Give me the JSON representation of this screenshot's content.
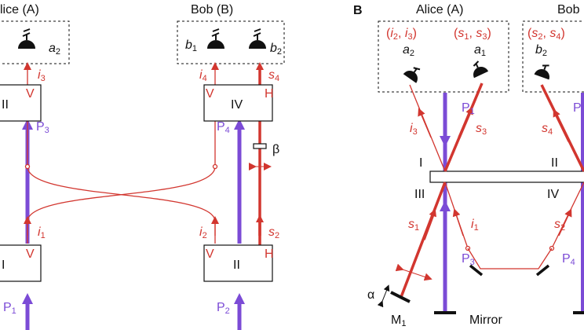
{
  "colors": {
    "signal": "#d2362f",
    "pump": "#7b4bd6",
    "ink": "#111111"
  },
  "left": {
    "alice_title": "lice (A)",
    "bob_title": "Bob (B)",
    "detectors": [
      {
        "base": "a",
        "sub": "2"
      },
      {
        "base": "b",
        "sub": "1"
      },
      {
        "base": "b",
        "sub": "2"
      }
    ],
    "crystals": {
      "top_left": "II",
      "top_right": "IV",
      "bottom_left": "I",
      "bottom_right": "II"
    },
    "beams": {
      "i3": {
        "base": "i",
        "sub": "3"
      },
      "i4": {
        "base": "i",
        "sub": "4"
      },
      "s4": {
        "base": "s",
        "sub": "4"
      },
      "i1": {
        "base": "i",
        "sub": "1"
      },
      "i2": {
        "base": "i",
        "sub": "2"
      },
      "s2": {
        "base": "s",
        "sub": "2"
      }
    },
    "polarization": {
      "v": "V",
      "h": "H"
    },
    "pumps": {
      "p3": {
        "base": "P",
        "sub": "3"
      },
      "p4": {
        "base": "P",
        "sub": "4"
      },
      "p1": {
        "base": "P",
        "sub": "1"
      },
      "p2": {
        "base": "P",
        "sub": "2"
      }
    },
    "beta": "β"
  },
  "right": {
    "panel_letter": "B",
    "alice_title": "Alice (A)",
    "bob_title": "Bob",
    "groups": {
      "i2i3": {
        "l": "(",
        "a": "i",
        "as": "2",
        "m": ", ",
        "b": "i",
        "bs": "3",
        "r": ")"
      },
      "s1s3": {
        "l": "(",
        "a": "s",
        "as": "1",
        "m": ", ",
        "b": "s",
        "bs": "3",
        "r": ")"
      },
      "s2s4": {
        "l": "(",
        "a": "s",
        "as": "2",
        "m": ", ",
        "b": "s",
        "bs": "4",
        "r": ")"
      }
    },
    "detectors": [
      {
        "base": "a",
        "sub": "2"
      },
      {
        "base": "a",
        "sub": "1"
      },
      {
        "base": "b",
        "sub": "2"
      }
    ],
    "pumps": {
      "p1": {
        "base": "P",
        "sub": "1"
      },
      "p3": {
        "base": "P",
        "sub": "3"
      },
      "p4": {
        "base": "P",
        "sub": "4"
      },
      "p_cut": "P"
    },
    "beams": {
      "i3": {
        "base": "i",
        "sub": "3"
      },
      "s3": {
        "base": "s",
        "sub": "3"
      },
      "s4": {
        "base": "s",
        "sub": "4"
      },
      "s1": {
        "base": "s",
        "sub": "1"
      },
      "i1": {
        "base": "i",
        "sub": "1"
      },
      "s2": {
        "base": "s",
        "sub": "2"
      }
    },
    "crystal_labels": {
      "i": "I",
      "ii": "II",
      "iii": "III",
      "iv": "IV"
    },
    "alpha": "α",
    "m1": {
      "base": "M",
      "sub": "1"
    },
    "mirror": "Mirror"
  }
}
